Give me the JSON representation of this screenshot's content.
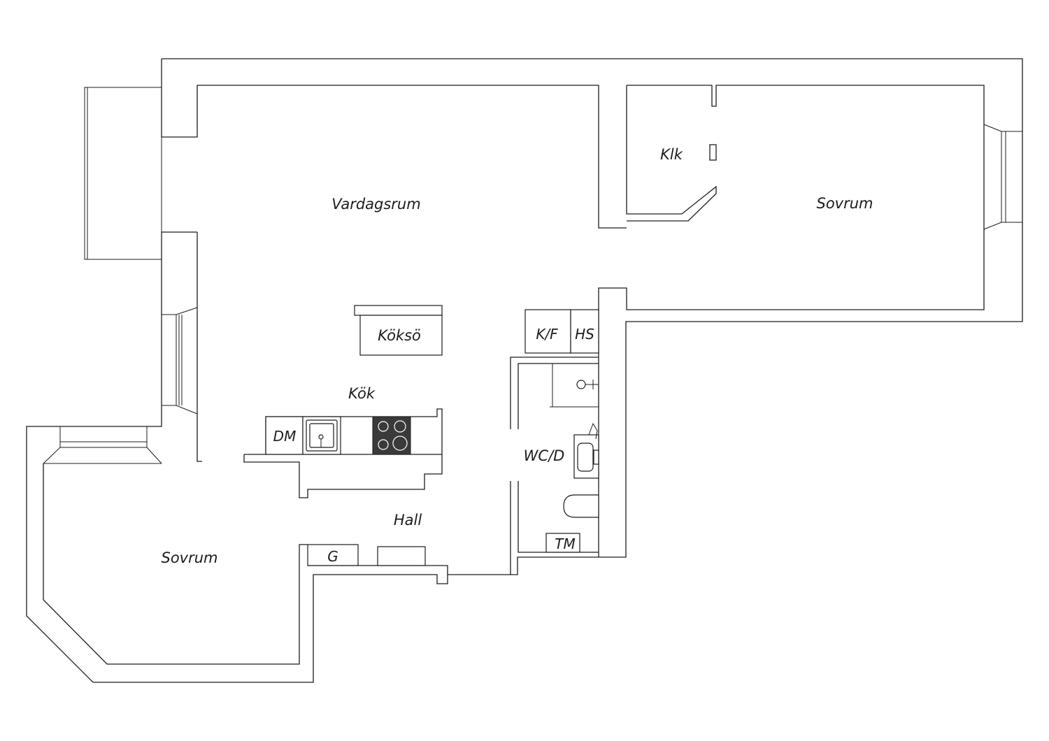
{
  "rooms": {
    "vardagsrum": "Vardagsrum",
    "klk": "Klk",
    "sovrum_right": "Sovrum",
    "koksö": "Köksö",
    "kok": "Kök",
    "kf": "K/F",
    "hs": "HS",
    "dm": "DM",
    "wcd": "WC/D",
    "hall": "Hall",
    "g": "G",
    "tm": "TM",
    "sovrum_left": "Sovrum"
  },
  "colors": {
    "line": "#1c1c1c",
    "hob": "#3a3a3a",
    "background": "#ffffff"
  }
}
